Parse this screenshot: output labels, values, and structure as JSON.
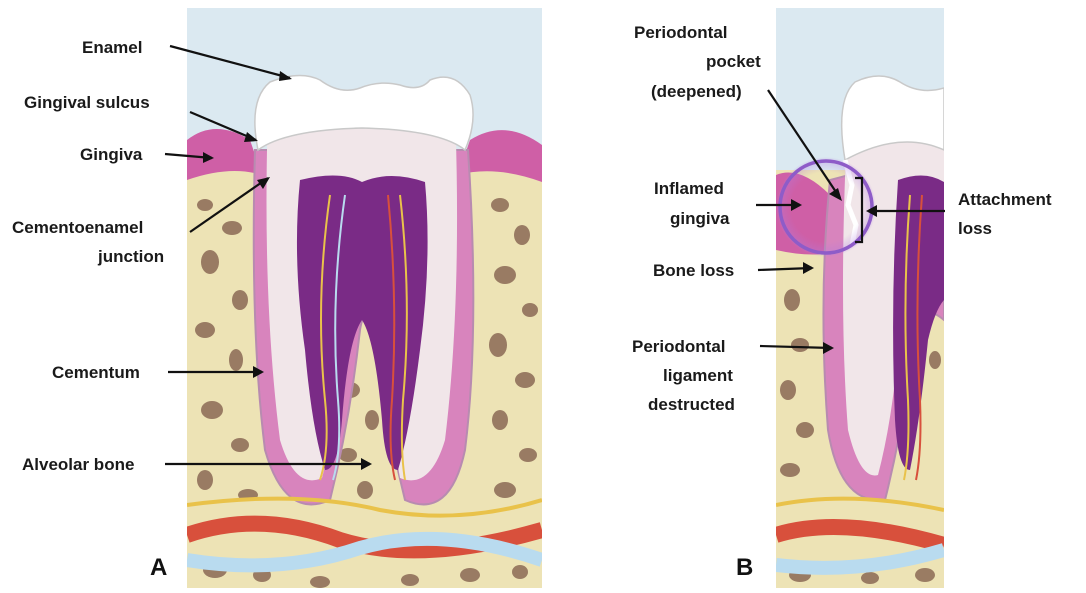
{
  "panel_a": {
    "letter": "A",
    "labels": {
      "enamel": "Enamel",
      "gingival_sulcus": "Gingival sulcus",
      "gingiva": "Gingiva",
      "cej_line1": "Cementoenamel",
      "cej_line2": "junction",
      "cementum": "Cementum",
      "alveolar_bone": "Alveolar bone"
    }
  },
  "panel_b": {
    "letter": "B",
    "labels": {
      "pocket_line1": "Periodontal",
      "pocket_line2": "pocket",
      "pocket_line3": "(deepened)",
      "inflamed_line1": "Inflamed",
      "inflamed_line2": "gingiva",
      "attachment_line1": "Attachment",
      "attachment_line2": "loss",
      "bone_loss": "Bone loss",
      "pdl_line1": "Periodontal",
      "pdl_line2": "ligament",
      "pdl_line3": "destructed"
    }
  },
  "colors": {
    "sky": "#dbe9f1",
    "bone": "#ede3b5",
    "bone_pore": "#8b6a55",
    "gingiva": "#cf5fa6",
    "enamel": "#ffffff",
    "dentin": "#f1e6e9",
    "root_layer": "#d884bd",
    "pulp": "#7a2b86",
    "artery": "#d8503c",
    "vein": "#b9dbef",
    "nerve": "#e9c24a",
    "inflammation_ring": "#8e5cc8"
  }
}
